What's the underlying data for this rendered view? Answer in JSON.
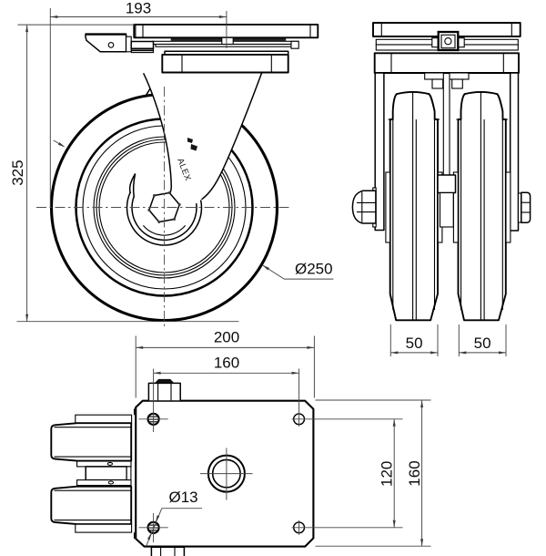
{
  "drawing": {
    "type": "technical-drawing",
    "subject": "heavy duty dual wheel swivel caster with brake - three orthographic views",
    "background": "#ffffff",
    "line_color": "#000000",
    "dimension_color": "#464646",
    "brand_mark": "ALEX",
    "views": {
      "front_view": {
        "dimensions": {
          "swivel_radius": "193",
          "overall_height": "325",
          "wheel_diameter": "Ø250"
        }
      },
      "side_view": {
        "dimensions": {
          "wheel_width_left": "50",
          "wheel_width_right": "50"
        }
      },
      "plan_view": {
        "dimensions": {
          "plate_length": "200",
          "bolt_spacing_length": "160",
          "bolt_hole_diameter": "Ø13",
          "bolt_spacing_width": "120",
          "plate_width": "160"
        }
      }
    }
  }
}
